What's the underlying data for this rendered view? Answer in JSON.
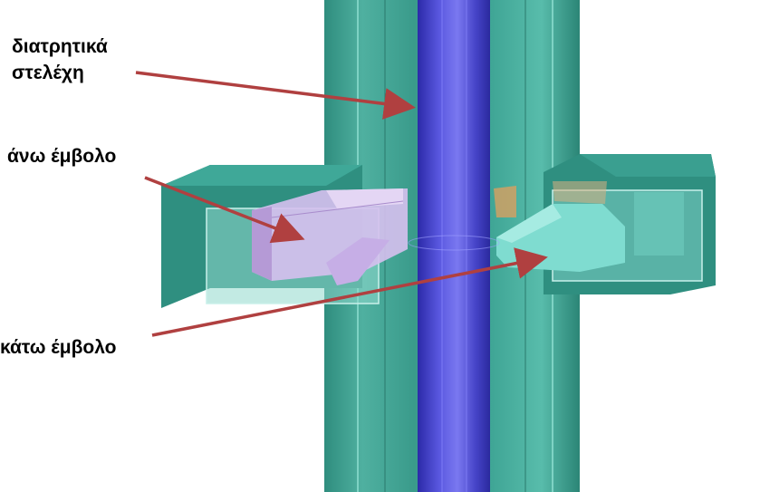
{
  "labels": {
    "drill_stems_line1": "διατρητικά",
    "drill_stems_line2": "στελέχη",
    "upper_ram": "άνω έμβολο",
    "lower_ram": "κάτω έμβολο"
  },
  "colors": {
    "arrow": "#b04040",
    "housing": "#2a8a7a",
    "housing_light": "#5cc6b6",
    "pipe": "#4a4ad0",
    "upper_ram": "#d0b8e8",
    "lower_ram": "#7ad8cc"
  }
}
